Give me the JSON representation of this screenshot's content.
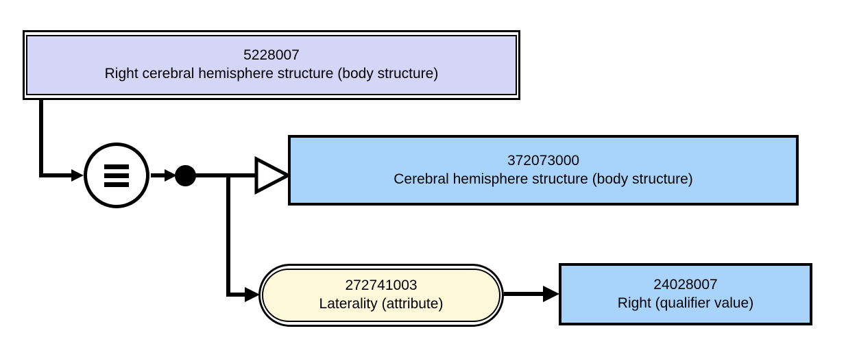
{
  "diagram": {
    "type": "snomed-ct-concept-diagram",
    "colors": {
      "defined_concept_fill": "#D5D5F7",
      "primitive_concept_fill": "#A8D4FB",
      "attribute_fill": "#FCF8D9",
      "stroke": "#000000",
      "background": "#FFFFFF"
    },
    "nodes": {
      "focus_concept": {
        "sctid": "5228007",
        "term": "Right cerebral hemisphere structure (body structure)",
        "shape": "double-rectangle",
        "fill": "#D5D5F7"
      },
      "parent_concept": {
        "sctid": "372073000",
        "term": "Cerebral hemisphere structure (body structure)",
        "shape": "rectangle",
        "fill": "#A8D4FB"
      },
      "attribute": {
        "sctid": "272741003",
        "term": "Laterality (attribute)",
        "shape": "double-rounded-rectangle",
        "fill": "#FCF8D9"
      },
      "value": {
        "sctid": "24028007",
        "term": "Right (qualifier value)",
        "shape": "rectangle",
        "fill": "#A8D4FB"
      }
    },
    "operators": {
      "equivalence": {
        "symbol": "≡",
        "name": "equivalent-to-operator",
        "bars": 3
      },
      "conjunction": {
        "symbol": "●",
        "name": "conjunction-node"
      }
    },
    "edges": [
      {
        "name": "focus-to-equivalence",
        "from": "focus_concept",
        "to": "equivalence",
        "arrow": "solid"
      },
      {
        "name": "equivalence-to-conjunction",
        "from": "equivalence",
        "to": "conjunction",
        "arrow": "solid"
      },
      {
        "name": "conjunction-to-parent",
        "from": "conjunction",
        "to": "parent_concept",
        "arrow": "hollow-triangle"
      },
      {
        "name": "conjunction-to-attribute",
        "from": "conjunction",
        "to": "attribute",
        "arrow": "solid"
      },
      {
        "name": "attribute-to-value",
        "from": "attribute",
        "to": "value",
        "arrow": "solid"
      }
    ]
  }
}
